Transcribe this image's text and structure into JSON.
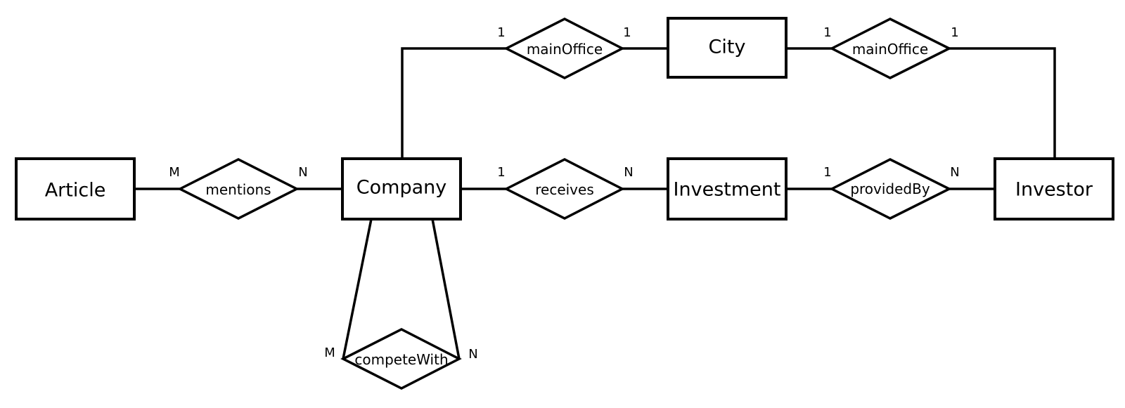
{
  "entities": {
    "article": "Article",
    "company": "Company",
    "investment": "Investment",
    "investor": "Investor",
    "city": "City"
  },
  "relationships": {
    "mentions": {
      "label": "mentions",
      "card_from": "M",
      "card_to": "N"
    },
    "receives": {
      "label": "receives",
      "card_from": "1",
      "card_to": "N"
    },
    "providedBy": {
      "label": "providedBy",
      "card_from": "1",
      "card_to": "N"
    },
    "mainOffice_company": {
      "label": "mainOffice",
      "card_from": "1",
      "card_to": "1"
    },
    "mainOffice_investor": {
      "label": "mainOffice",
      "card_from": "1",
      "card_to": "1"
    },
    "competeWith": {
      "label": "competeWith",
      "card_from": "M",
      "card_to": "N"
    }
  }
}
